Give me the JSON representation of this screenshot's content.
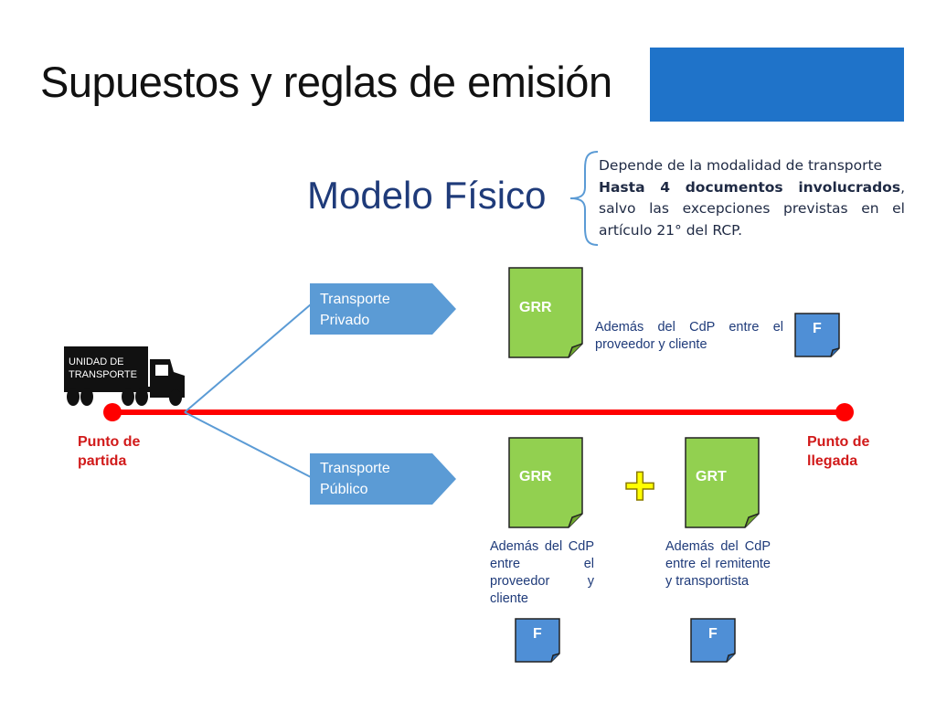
{
  "slide": {
    "title": "Supuestos y reglas de emisión",
    "model_title": "Modelo Físico"
  },
  "note": {
    "line1": "Depende de la modalidad de transporte",
    "bold": "Hasta 4 documentos involucrados",
    "rest": ", salvo las excepciones previstas en el artículo 21° del RCP."
  },
  "truck": {
    "line1": "UNIDAD DE",
    "line2": "TRANSPORTE"
  },
  "points": {
    "start_line1": "Punto de",
    "start_line2": "partida",
    "end_line1": "Punto de",
    "end_line2": "llegada"
  },
  "modes": {
    "private_line1": "Transporte",
    "private_line2": "Privado",
    "public_line1": "Transporte",
    "public_line2": "Público"
  },
  "docs": {
    "grr_private": "GRR",
    "f_private": "F",
    "private_note": "Además del CdP entre el proveedor y cliente",
    "grr_public": "GRR",
    "grt_public": "GRT",
    "plus": "+",
    "public_note_1": "Además del CdP entre el proveedor y cliente",
    "public_note_2": "Además del CdP entre el remitente y transportista",
    "f_public_1": "F",
    "f_public_2": "F"
  },
  "colors": {
    "accent_blue": "#1f73c9",
    "arrow_blue": "#5b9bd5",
    "doc_green": "#92d050",
    "route_red": "#ff0000",
    "label_red": "#d11a1a",
    "plus_yellow": "#ffff00"
  }
}
